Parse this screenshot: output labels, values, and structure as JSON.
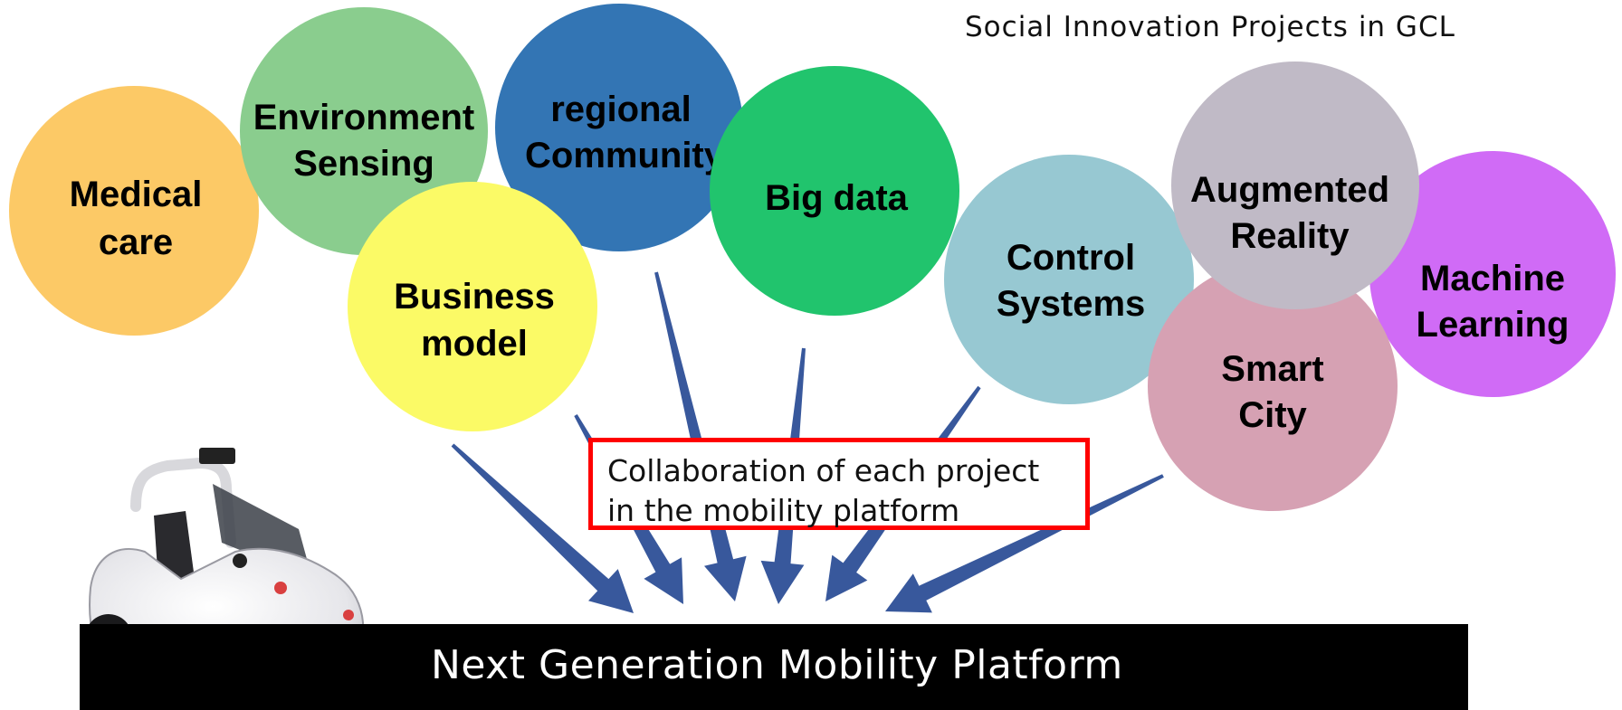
{
  "header": {
    "title": "Social Innovation Projects in GCL"
  },
  "circles": [
    {
      "id": "medical",
      "lines": [
        "Medical",
        "care"
      ],
      "color": "#fcc966"
    },
    {
      "id": "environment",
      "lines": [
        "Environment",
        "Sensing"
      ],
      "color": "#8acd8e"
    },
    {
      "id": "regional",
      "lines": [
        "regional",
        "Community"
      ],
      "color": "#3375b4"
    },
    {
      "id": "business",
      "lines": [
        "Business",
        "model"
      ],
      "color": "#fbfa66"
    },
    {
      "id": "bigdata",
      "lines": [
        "Big data"
      ],
      "color": "#21c46d"
    },
    {
      "id": "control",
      "lines": [
        "Control",
        "Systems"
      ],
      "color": "#97c8d2"
    },
    {
      "id": "machine",
      "lines": [
        "Machine",
        "Learning"
      ],
      "color": "#d06bf6"
    },
    {
      "id": "smartcity",
      "lines": [
        "Smart",
        "City"
      ],
      "color": "#d6a1b3"
    },
    {
      "id": "augmented",
      "lines": [
        "Augmented",
        "Reality"
      ],
      "color": "#c0bac6"
    }
  ],
  "collaboration": {
    "line1": "Collaboration of each project",
    "line2": "in the mobility platform"
  },
  "platform": {
    "label": "Next Generation Mobility Platform"
  },
  "colors": {
    "arrow": "#38589c",
    "box_border": "#ff0000",
    "bar": "#000000"
  },
  "image": {
    "subject": "vehicle-photo"
  }
}
